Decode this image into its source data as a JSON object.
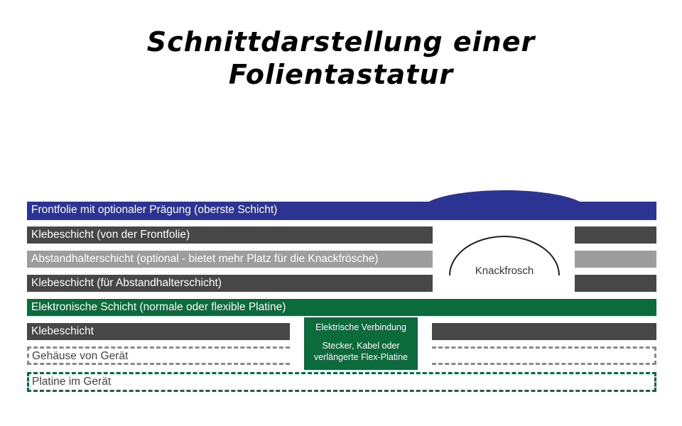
{
  "title": {
    "line1": "Schnittdarstellung einer",
    "line2": "Folientastatur"
  },
  "layers": {
    "frontfolie": "Frontfolie mit optionaler Prägung (oberste Schicht)",
    "klebe_front": "Klebeschicht (von der Frontfolie)",
    "abstandhalter": "Abstandhalterschicht (optional - bietet mehr Platz für die Knackfrösche)",
    "klebe_abstand": "Klebeschicht (für Abstandhalterschicht)",
    "elektronisch": "Elektronische Schicht (normale oder flexible Platine)",
    "klebe": "Klebeschicht",
    "gehaeuse": "Gehäuse von Gerät",
    "platine": "Platine im Gerät"
  },
  "knackfrosch": "Knackfrosch",
  "connector": {
    "title": "Elektrische Verbindung",
    "line1": "Stecker, Kabel oder",
    "line2": "verlängerte Flex-Platine"
  },
  "colors": {
    "frontfolie": "#2b3393",
    "adhesive": "#474747",
    "spacer": "#9d9d9d",
    "electronics": "#0b6b3a"
  }
}
